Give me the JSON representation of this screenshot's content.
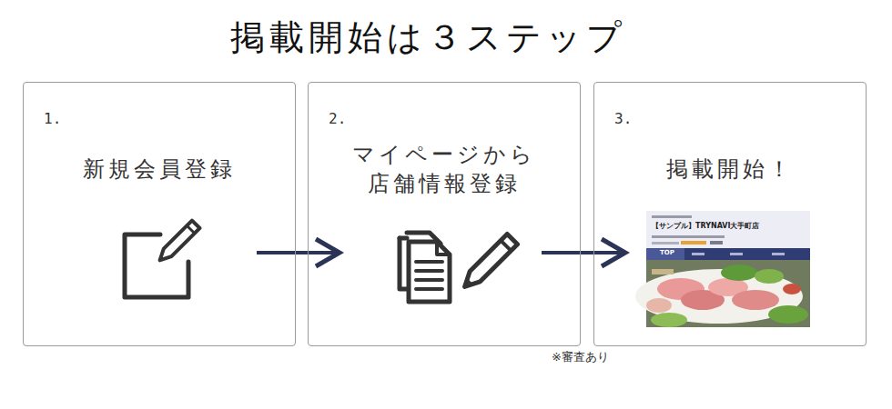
{
  "diagram": {
    "title": "掲載開始は３ステップ",
    "nodes": [
      {
        "text": [
          "1.",
          "新規会員登録"
        ]
      },
      {
        "text": [
          "2.",
          "マイページから 店舗情報登録"
        ]
      },
      {
        "text": [
          "3.",
          "掲載開始！"
        ]
      }
    ],
    "edges": [
      {
        "from": 0,
        "to": 1,
        "arrow": "to"
      },
      {
        "from": 1,
        "to": 2,
        "arrow": "to"
      }
    ],
    "labels": [
      "※審査あり",
      "【サンプル】TRYNAVI大手町店",
      "TOP"
    ]
  }
}
